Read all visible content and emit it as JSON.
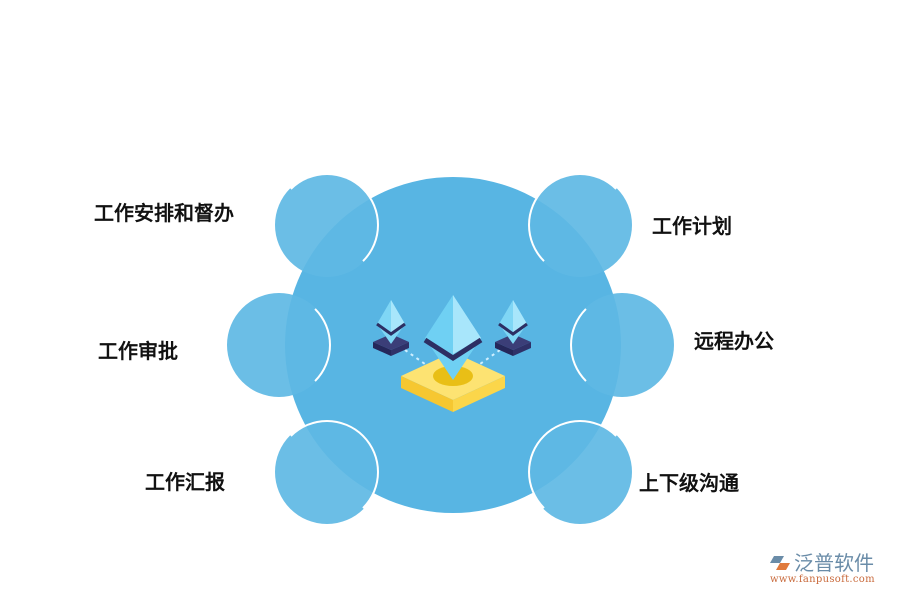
{
  "diagram": {
    "center_icon": "ethereum-crystals-icon",
    "colors": {
      "big_circle": "#58b5e3",
      "small_circle": "#5eb8e4",
      "gem": "#7fd6f5",
      "gem_dark": "#2d2f63",
      "platform": "#f7d234"
    },
    "items": [
      {
        "label": "工作安排和督办"
      },
      {
        "label": "工作计划"
      },
      {
        "label": "工作审批"
      },
      {
        "label": "远程办公"
      },
      {
        "label": "工作汇报"
      },
      {
        "label": "上下级沟通"
      }
    ]
  },
  "logo": {
    "name": "泛普软件",
    "url": "www.fanpusoft.com"
  }
}
